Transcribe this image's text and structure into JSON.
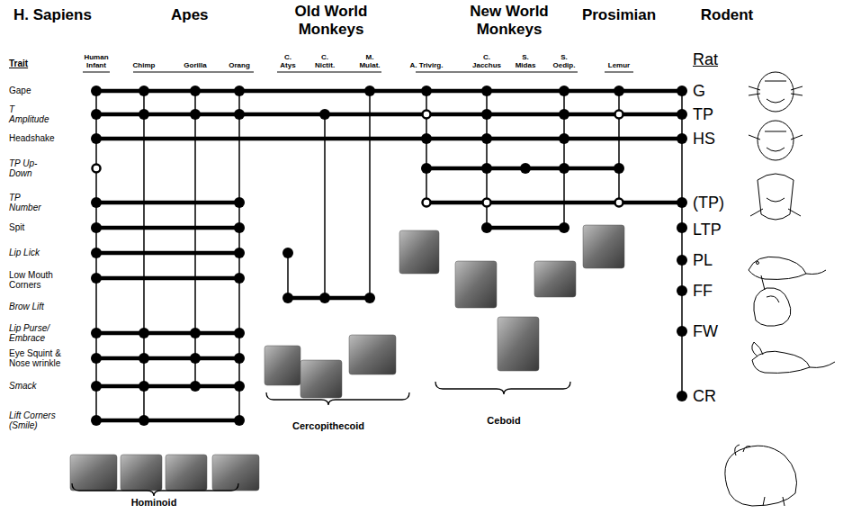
{
  "diagram": {
    "labels": [
      "H. Sapiens",
      "Apes",
      "Old World Monkeys",
      "New World Monkeys",
      "Prosimian",
      "Rodent",
      "Human Infant",
      "Chimp",
      "Gorilla",
      "Orang",
      "C. Atys",
      "C. Nictit.",
      "M. Mulat.",
      "A. Trivirg.",
      "C. Jacchus",
      "S. Midas",
      "S. Oedip.",
      "Lemur",
      "Trait",
      "Rat",
      "Gape",
      "T Amplitude",
      "Headshake",
      "TP Up-Down",
      "TP Number",
      "Spit",
      "Lip Lick",
      "Low Mouth Corners",
      "Brow Lift",
      "Lip Purse/ Embrace",
      "Eye Squint & Nose wrinkle",
      "Smack",
      "Lift Corners (Smile)",
      "G",
      "TP",
      "HS",
      "(TP)",
      "LTP",
      "PL",
      "FF",
      "FW",
      "CR",
      "Hominoid",
      "Cercopithecoid",
      "Ceboid"
    ]
  }
}
